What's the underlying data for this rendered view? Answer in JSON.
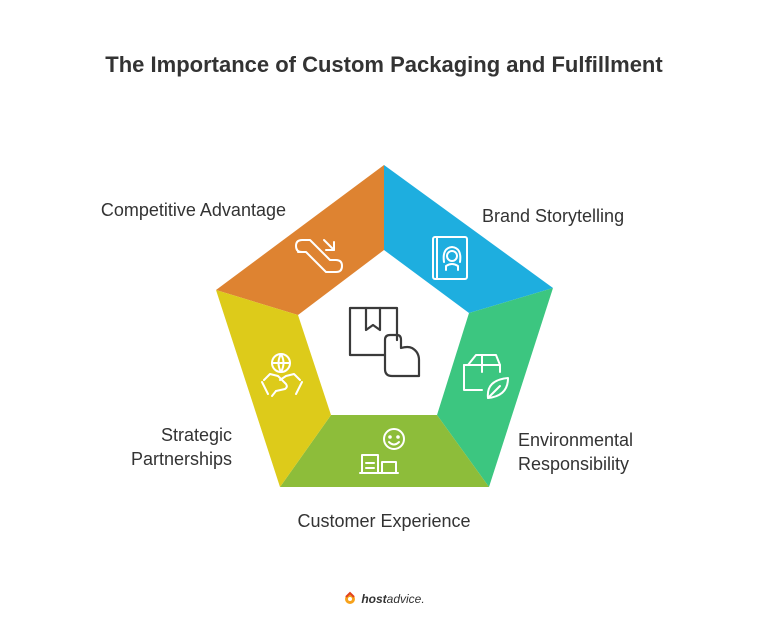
{
  "title": "The Importance of Custom Packaging and Fulfillment",
  "segments": [
    {
      "label": "Competitive Advantage",
      "color": "#DE8331",
      "icon": "escalator-icon"
    },
    {
      "label": "Brand Storytelling",
      "color": "#1EAEDF",
      "icon": "storybook-icon"
    },
    {
      "label": "Environmental Responsibility",
      "label_line1": "Environmental",
      "label_line2": "Responsibility",
      "color": "#3CC680",
      "icon": "eco-box-icon"
    },
    {
      "label": "Customer Experience",
      "color": "#8DBD3A",
      "icon": "happy-customer-icon"
    },
    {
      "label": "Strategic Partnerships",
      "label_line1": "Strategic",
      "label_line2": "Partnerships",
      "color": "#DDCB1A",
      "icon": "global-handshake-icon"
    }
  ],
  "center_icon": "package-in-hand-icon",
  "footer": {
    "brand_bold": "host",
    "brand_light": "advice."
  }
}
